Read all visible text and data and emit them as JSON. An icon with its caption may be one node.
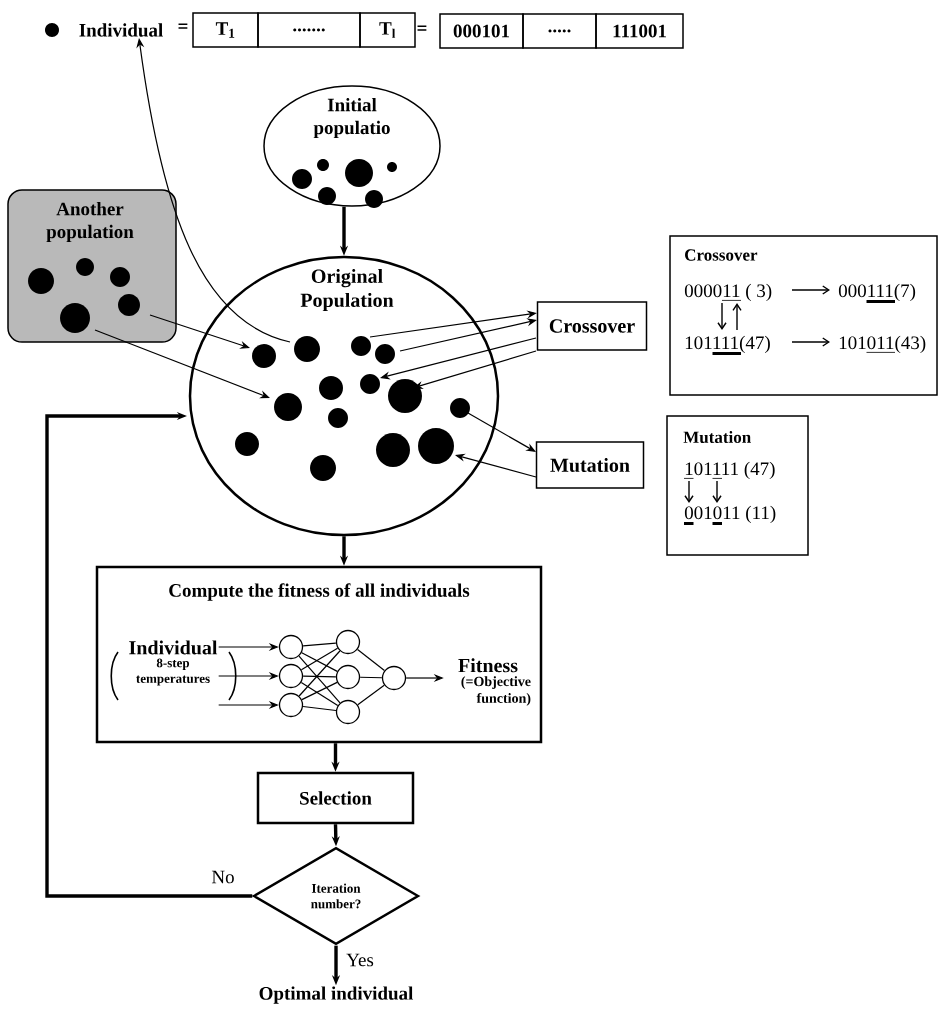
{
  "diagram": {
    "nodes": [
      {
        "text": [
          "Individual"
        ]
      },
      {
        "text": [
          "T$_{1}$"
        ]
      },
      {
        "text": [
          "......."
        ]
      },
      {
        "text": [
          "T$_{l}$"
        ]
      },
      {
        "text": [
          "000101"
        ]
      },
      {
        "text": [
          "....."
        ]
      },
      {
        "text": [
          "111001"
        ]
      },
      {
        "text": [
          "Initial populatio"
        ]
      },
      {
        "text": [
          "Another population"
        ]
      },
      {
        "text": [
          "Original Population"
        ]
      },
      {
        "text": [
          "Crossover"
        ]
      },
      {
        "text": [
          "Mutation"
        ]
      },
      {
        "text": [
          "Crossover",
          "000011 ( 3)",
          "000111(7)",
          "101111(47)",
          "101011(43)"
        ]
      },
      {
        "text": [
          "Mutation",
          "101111 (47)",
          "001011 (11)"
        ]
      },
      {
        "text": [
          "Compute the fitness of all individuals"
        ]
      },
      {
        "text": [
          "Individual",
          "8-step temperatures"
        ],
        "in": 14
      },
      {
        "text": [],
        "shape": "circle",
        "in": 14
      },
      {
        "text": [],
        "shape": "circle",
        "in": 14
      },
      {
        "text": [],
        "shape": "circle",
        "in": 14
      },
      {
        "text": [],
        "shape": "circle",
        "in": 14
      },
      {
        "text": [],
        "shape": "circle",
        "in": 14
      },
      {
        "text": [],
        "shape": "circle",
        "in": 14
      },
      {
        "text": [],
        "shape": "circle",
        "in": 14
      },
      {
        "text": [
          "Fitness",
          "(=Objective function)"
        ],
        "in": 14
      },
      {
        "text": [
          "Selection"
        ]
      },
      {
        "text": [
          "Iteration number?"
        ]
      },
      {
        "text": [
          "Optimal individual"
        ]
      }
    ],
    "edges": [
      {
        "from": 9,
        "to": 0,
        "arrow": "to"
      },
      {
        "from": 7,
        "to": 9,
        "arrow": "to",
        "style": "thick"
      },
      {
        "from": 8,
        "to": 9,
        "arrow": "to"
      },
      {
        "from": 8,
        "to": 9,
        "arrow": "to"
      },
      {
        "from": 9,
        "to": 10,
        "arrow": "to"
      },
      {
        "from": 9,
        "to": 10,
        "arrow": "to"
      },
      {
        "from": 10,
        "to": 9,
        "arrow": "to"
      },
      {
        "from": 10,
        "to": 9,
        "arrow": "to"
      },
      {
        "from": 9,
        "to": 11,
        "arrow": "to"
      },
      {
        "from": 11,
        "to": 9,
        "arrow": "to"
      },
      {
        "from": 9,
        "to": 14,
        "arrow": "to",
        "style": "thick"
      },
      {
        "from": 14,
        "to": 24,
        "arrow": "to",
        "style": "thick"
      },
      {
        "from": 24,
        "to": 25,
        "arrow": "to",
        "style": "thick"
      },
      {
        "from": 25,
        "to": 9,
        "arrow": "to",
        "style": "thick",
        "label": "No"
      },
      {
        "from": 25,
        "to": 26,
        "arrow": "to",
        "style": "thick",
        "label": "Yes"
      },
      {
        "from": 15,
        "to": 16,
        "arrow": "to"
      },
      {
        "from": 15,
        "to": 17,
        "arrow": "to"
      },
      {
        "from": 15,
        "to": 18,
        "arrow": "to"
      },
      {
        "from": 16,
        "to": 19,
        "arrow": "none"
      },
      {
        "from": 16,
        "to": 20,
        "arrow": "none"
      },
      {
        "from": 16,
        "to": 21,
        "arrow": "none"
      },
      {
        "from": 17,
        "to": 19,
        "arrow": "none"
      },
      {
        "from": 17,
        "to": 20,
        "arrow": "none"
      },
      {
        "from": 17,
        "to": 21,
        "arrow": "none"
      },
      {
        "from": 18,
        "to": 19,
        "arrow": "none"
      },
      {
        "from": 18,
        "to": 20,
        "arrow": "none"
      },
      {
        "from": 18,
        "to": 21,
        "arrow": "none"
      },
      {
        "from": 19,
        "to": 22,
        "arrow": "none"
      },
      {
        "from": 20,
        "to": 22,
        "arrow": "none"
      },
      {
        "from": 21,
        "to": 22,
        "arrow": "none"
      },
      {
        "from": 22,
        "to": 23,
        "arrow": "to"
      }
    ],
    "labels": [
      "=",
      "="
    ]
  }
}
